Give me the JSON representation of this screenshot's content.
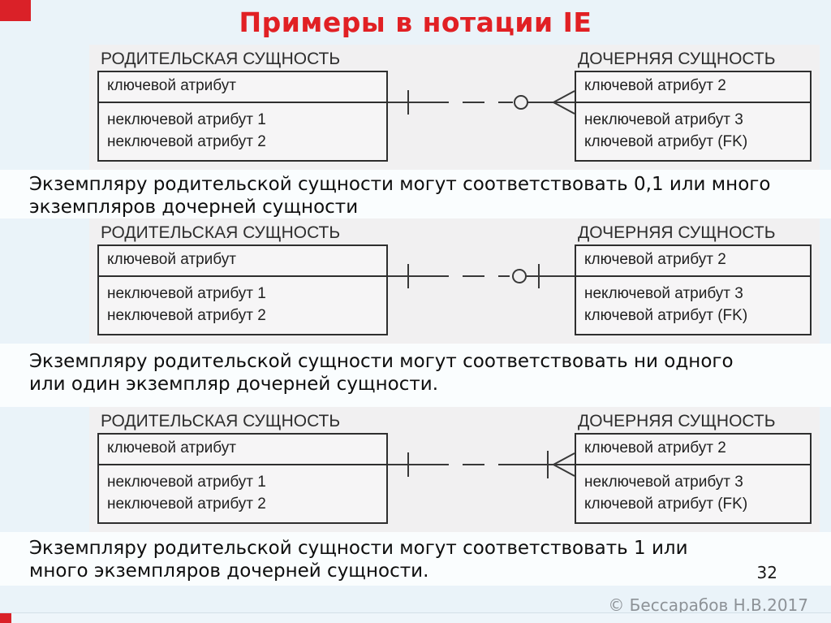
{
  "slide": {
    "title": "Примеры в нотации IE",
    "page_number": "32",
    "copyright": "© Бессарабов Н.В.2017"
  },
  "colors": {
    "accent_red": "#da2128",
    "background": "#eaf3f9",
    "diagram_panel": "#f1f0f1",
    "line": "#383838",
    "copyright_gray": "#8d9297"
  },
  "diagrams": [
    {
      "parent": {
        "label": "РОДИТЕЛЬСКАЯ СУЩНОСТЬ",
        "key_attributes": [
          "ключевой атрибут"
        ],
        "nonkey_attributes": [
          "неключевой атрибут 1",
          "неключевой атрибут 2"
        ]
      },
      "child": {
        "label": "ДОЧЕРНЯЯ СУЩНОСТЬ",
        "key_attributes": [
          "ключевой атрибут 2"
        ],
        "nonkey_attributes": [
          "неключевой атрибут 3",
          "ключевой атрибут (FK)"
        ]
      },
      "relationship": {
        "line_style": "dashed",
        "parent_end": "one",
        "child_end": "zero-one-or-many"
      },
      "caption_lines": [
        "Экземпляру родительской сущности могут соответствовать 0,1 или много",
        "экземпляров дочерней сущности"
      ]
    },
    {
      "parent": {
        "label": "РОДИТЕЛЬСКАЯ СУЩНОСТЬ",
        "key_attributes": [
          "ключевой атрибут"
        ],
        "nonkey_attributes": [
          "неключевой атрибут 1",
          "неключевой атрибут 2"
        ]
      },
      "child": {
        "label": "ДОЧЕРНЯЯ СУЩНОСТЬ",
        "key_attributes": [
          "ключевой атрибут 2"
        ],
        "nonkey_attributes": [
          "неключевой атрибут 3",
          "ключевой атрибут (FK)"
        ]
      },
      "relationship": {
        "line_style": "dashed",
        "parent_end": "one",
        "child_end": "zero-or-one"
      },
      "caption_lines": [
        "Экземпляру родительской сущности могут соответствовать ни одного",
        "или один экземпляр дочерней сущности."
      ]
    },
    {
      "parent": {
        "label": "РОДИТЕЛЬСКАЯ СУЩНОСТЬ",
        "key_attributes": [
          "ключевой атрибут"
        ],
        "nonkey_attributes": [
          "неключевой атрибут 1",
          "неключевой атрибут 2"
        ]
      },
      "child": {
        "label": "ДОЧЕРНЯЯ СУЩНОСТЬ",
        "key_attributes": [
          "ключевой атрибут 2"
        ],
        "nonkey_attributes": [
          "неключевой атрибут 3",
          "ключевой атрибут (FK)"
        ]
      },
      "relationship": {
        "line_style": "dashed",
        "parent_end": "one",
        "child_end": "one-or-many"
      },
      "caption_lines": [
        "Экземпляру родительской сущности могут соответствовать 1 или",
        "много экземпляров дочерней сущности."
      ]
    }
  ]
}
